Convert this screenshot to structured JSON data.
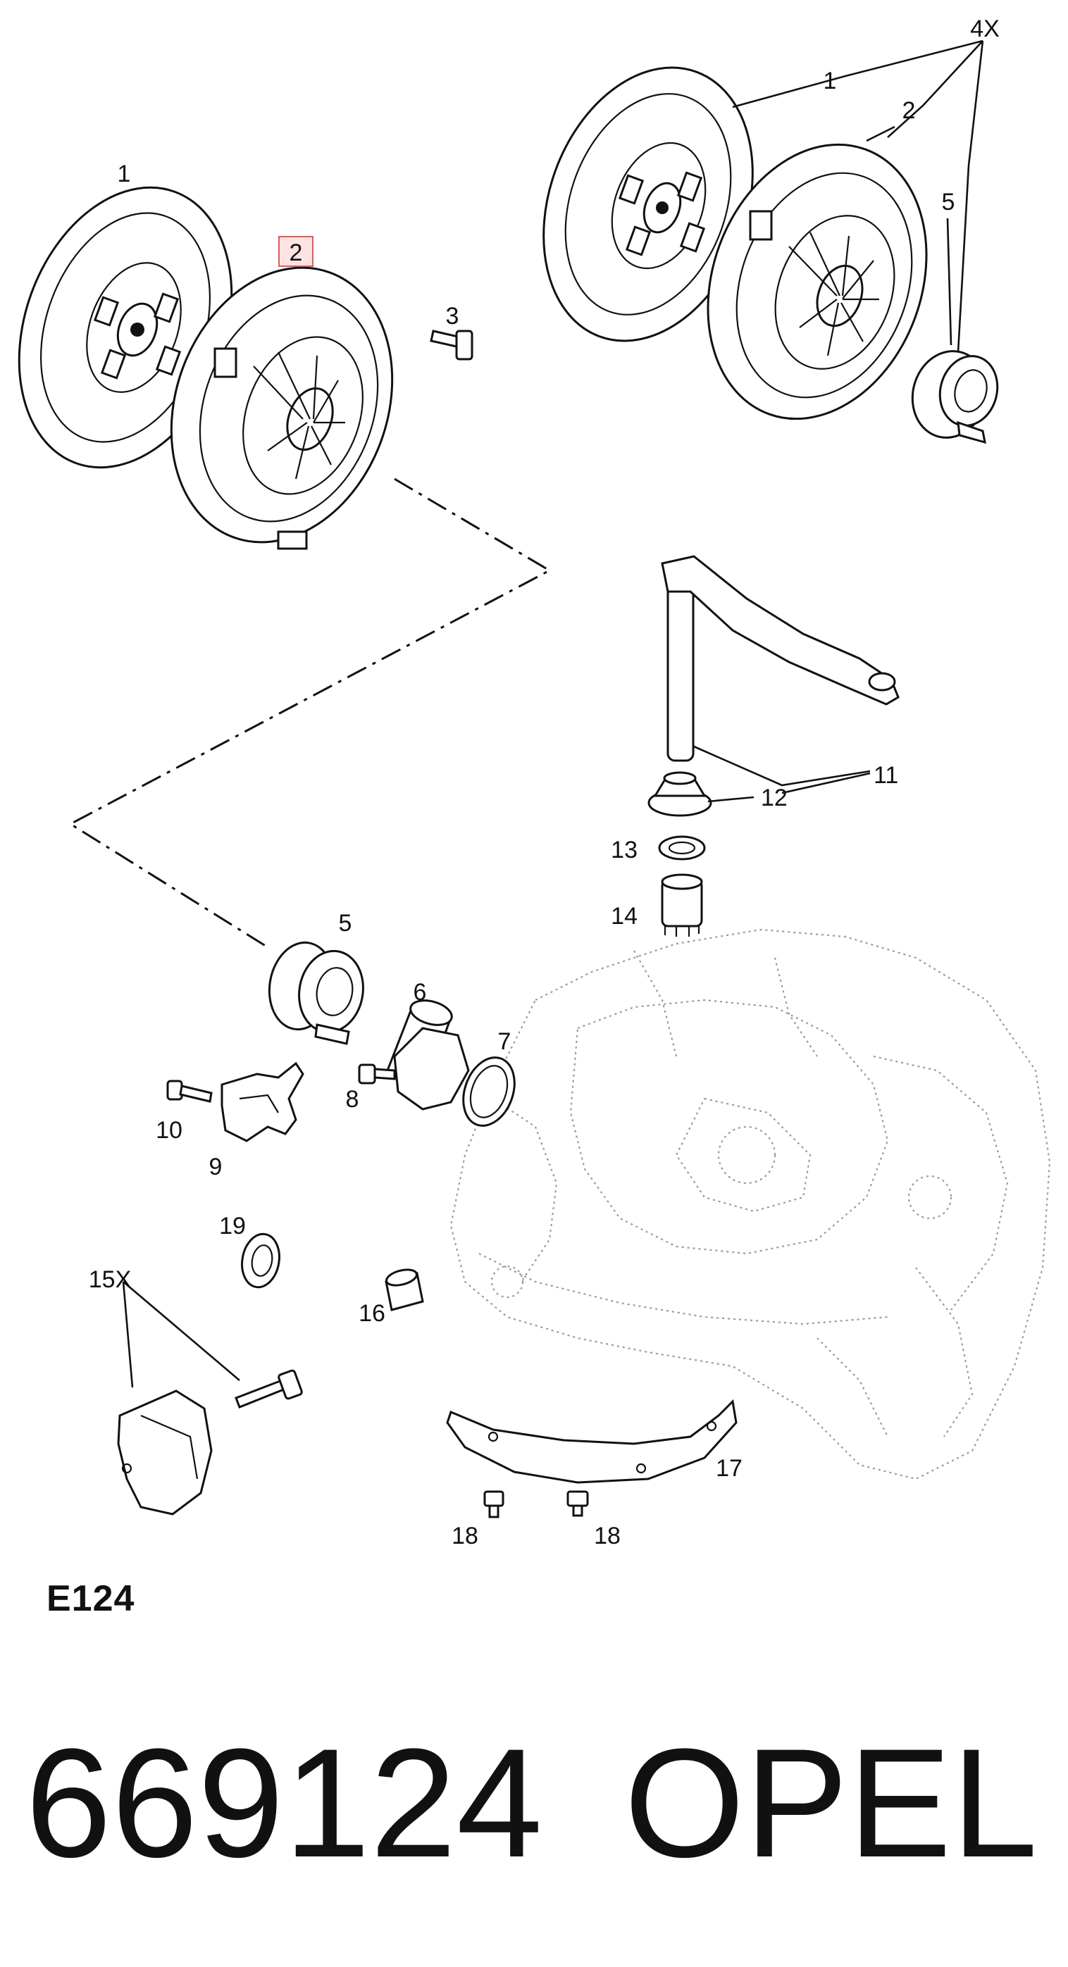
{
  "callouts": {
    "c1a": "1",
    "c2a": "2",
    "c3": "3",
    "c4x": "4X",
    "c1b": "1",
    "c2b": "2",
    "c5a": "5",
    "c11": "11",
    "c12": "12",
    "c13": "13",
    "c14": "14",
    "c5b": "5",
    "c6": "6",
    "c7": "7",
    "c8": "8",
    "c9": "9",
    "c10": "10",
    "c19": "19",
    "c16": "16",
    "c15x": "15X",
    "c17": "17",
    "c18a": "18",
    "c18b": "18"
  },
  "diagram_code": "E124",
  "footer": {
    "part_number": "669124",
    "brand": "OPEL"
  },
  "highlight_color": "#e25a5a"
}
